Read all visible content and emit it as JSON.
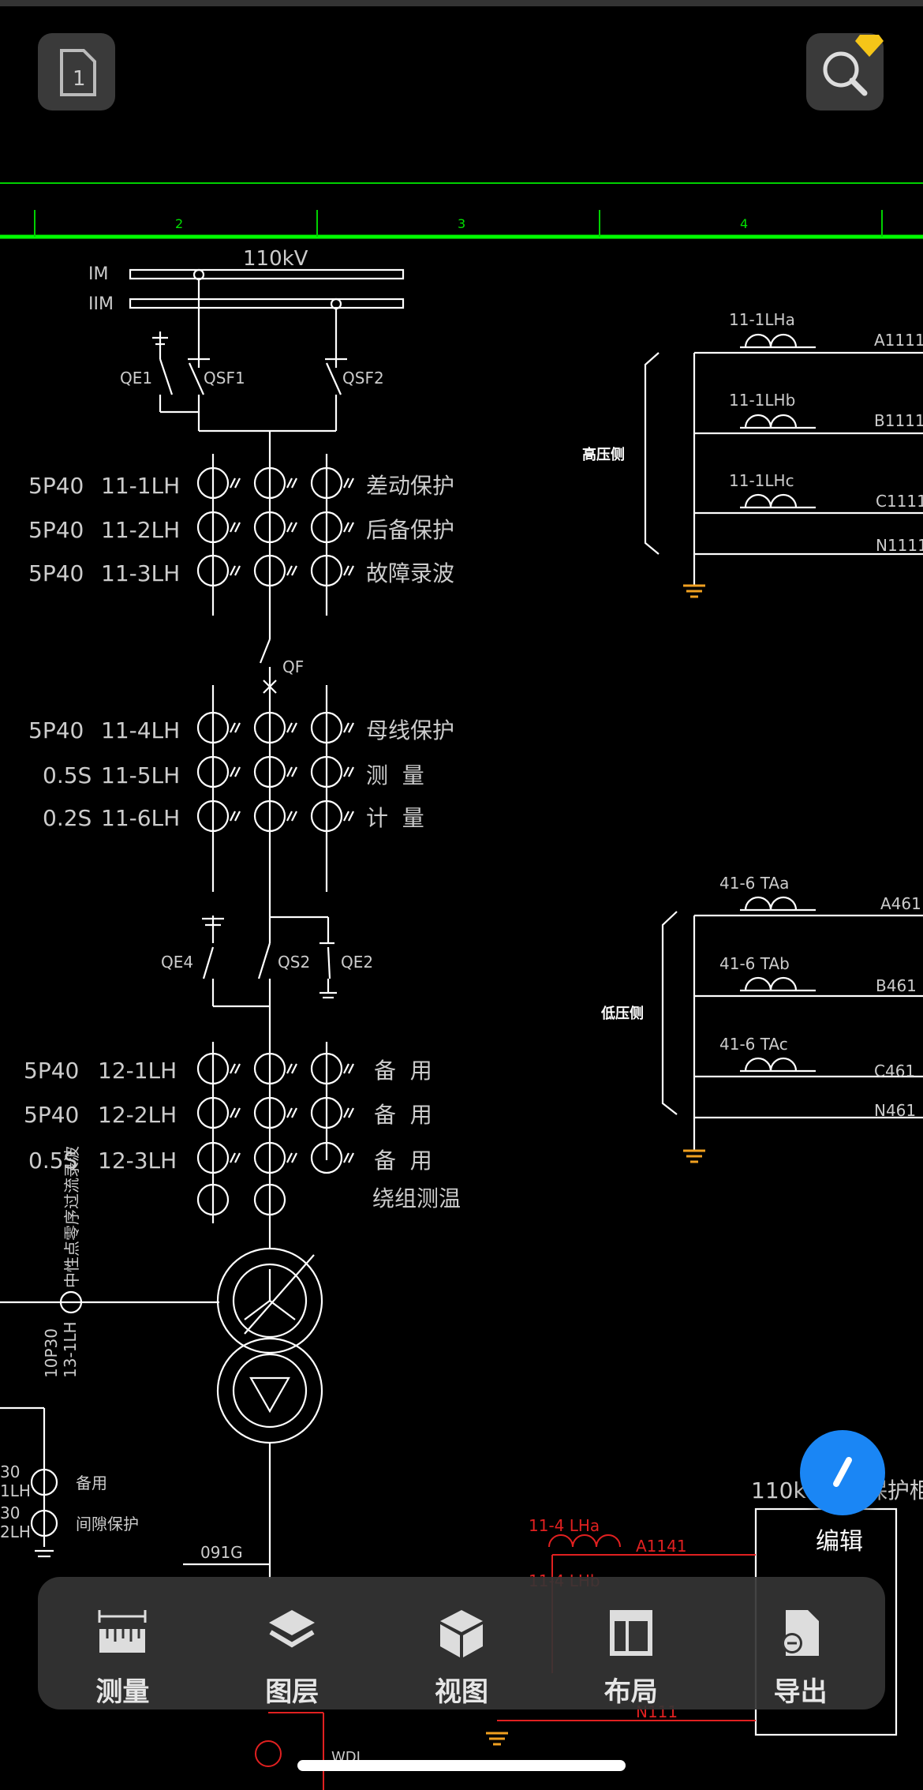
{
  "header": {
    "page_icon_label": "1",
    "ruler_numbers": [
      "2",
      "3",
      "4"
    ]
  },
  "drawing": {
    "busbar_voltage": "110kV",
    "bus_labels": [
      "IM",
      "IIM"
    ],
    "switch_labels": [
      "QE1",
      "QSF1",
      "QSF2",
      "QF",
      "QE4",
      "QS2",
      "QE2",
      "091G"
    ],
    "ct_group1": [
      {
        "cls": "5P40",
        "id": "11-1LH",
        "use": "差动保护"
      },
      {
        "cls": "5P40",
        "id": "11-2LH",
        "use": "后备保护"
      },
      {
        "cls": "5P40",
        "id": "11-3LH",
        "use": "故障录波"
      }
    ],
    "ct_group2": [
      {
        "cls": "5P40",
        "id": "11-4LH",
        "use": "母线保护"
      },
      {
        "cls": "0.5S",
        "id": "11-5LH",
        "use": "测  量"
      },
      {
        "cls": "0.2S",
        "id": "11-6LH",
        "use": "计  量"
      }
    ],
    "ct_group3": [
      {
        "cls": "5P40",
        "id": "12-1LH",
        "use": "备  用"
      },
      {
        "cls": "5P40",
        "id": "12-2LH",
        "use": "备  用"
      },
      {
        "cls": "0.5S",
        "id": "12-3LH",
        "use": "备  用"
      }
    ],
    "winding_temp": "绕组测温",
    "neutral_ct_use": "中性点零序过流录波",
    "neutral_ct_cls": "10P30",
    "neutral_ct_id": "13-1LH",
    "gap_items": [
      "备用",
      "间隙保护"
    ],
    "gap_left_partial": [
      "30",
      "1LH",
      "30",
      "2LH"
    ],
    "hv_side": "高压侧",
    "lv_side": "低压侧",
    "hv_cts": [
      "11-1LHa",
      "11-1LHb",
      "11-1LHc"
    ],
    "hv_terms": [
      "A1111",
      "B1111",
      "C1111",
      "N1111"
    ],
    "lv_cts": [
      "41-6 TAa",
      "41-6 TAb",
      "41-6 TAc"
    ],
    "lv_terms": [
      "A461",
      "B461",
      "C461",
      "N461"
    ],
    "panel_title": "110kV主变保护柜",
    "red_ct": "11-4 LHa",
    "red_term": "A1141",
    "red_ct2": "11-4 LHb",
    "bottom_partial": "N111",
    "wdi": "WDI"
  },
  "fab": {
    "label": "编辑"
  },
  "toolbar": {
    "items": [
      {
        "label": "测量",
        "icon": "ruler-icon"
      },
      {
        "label": "图层",
        "icon": "layers-icon"
      },
      {
        "label": "视图",
        "icon": "cube-icon"
      },
      {
        "label": "布局",
        "icon": "layout-icon"
      },
      {
        "label": "导出",
        "icon": "export-icon"
      }
    ]
  },
  "colors": {
    "background": "#000000",
    "grid_green": "#00e000",
    "fab_blue": "#1a86f5",
    "cad_red": "#e02020",
    "ground_orange": "#f0a020"
  }
}
